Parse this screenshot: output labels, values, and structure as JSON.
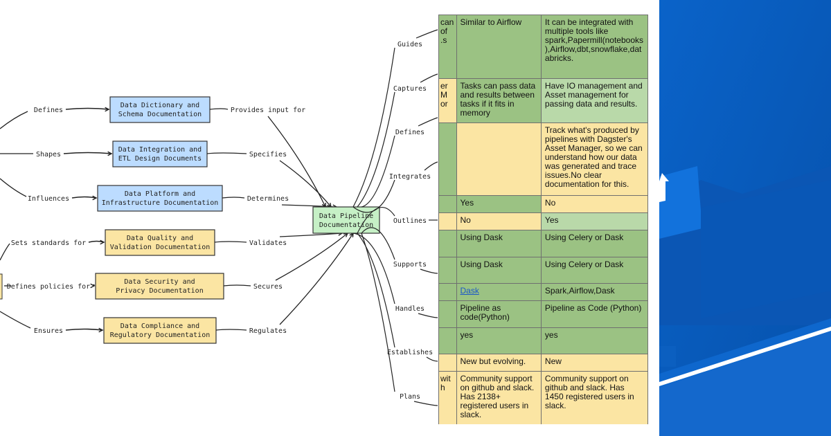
{
  "diagram": {
    "center": "Data Pipeline\nDocumentation",
    "left_edges": [
      "Defines",
      "Shapes",
      "Influences",
      "Sets standards for",
      "Defines policies for",
      "Ensures"
    ],
    "nodes": [
      {
        "label": "Data Dictionary and\nSchema Documentation",
        "color": "#bcdcff",
        "out_label": "Provides input for"
      },
      {
        "label": "Data Integration and\nETL Design Documents",
        "color": "#bcdcff",
        "out_label": "Specifies"
      },
      {
        "label": "Data Platform and\nInfrastructure Documentation",
        "color": "#bcdcff",
        "out_label": "Determines"
      },
      {
        "label": "Data Quality and\nValidation Documentation",
        "color": "#fbe5a3",
        "out_label": "Validates"
      },
      {
        "label": "Data Security and\nPrivacy Documentation",
        "color": "#fbe5a3",
        "out_label": "Secures"
      },
      {
        "label": "Data Compliance and\nRegulatory Documentation",
        "color": "#fbe5a3",
        "out_label": "Regulates"
      }
    ],
    "right_edges": [
      "Guides",
      "Captures",
      "Defines",
      "Integrates",
      "Outlines",
      "Supports",
      "Handles",
      "Establishes",
      "Plans"
    ],
    "center_color": "#c6f0c6"
  },
  "table": {
    "rows": [
      {
        "cells": [
          "can\nof\ns.",
          "Similar to Airflow",
          "It can be integrated with multiple tools like spark,Papermill(notebooks),Airflow,dbt,snowflake,databricks."
        ],
        "colors": [
          "g",
          "g",
          "g"
        ]
      },
      {
        "cells": [
          "er\nM or",
          "Tasks can pass data and results between tasks if it fits in memory",
          "Have IO management and Asset management for passing data and results."
        ],
        "colors": [
          "y",
          "g",
          "lg"
        ]
      },
      {
        "cells": [
          "",
          "",
          "Track what's produced by pipelines with Dagster's Asset Manager, so we can understand how our data was generated and trace issues.No clear documentation for this."
        ],
        "colors": [
          "g",
          "y",
          "y"
        ]
      },
      {
        "cells": [
          "",
          "Yes",
          "No"
        ],
        "colors": [
          "g",
          "g",
          "y"
        ]
      },
      {
        "cells": [
          "",
          "No",
          "Yes"
        ],
        "colors": [
          "y",
          "y",
          "lg"
        ]
      },
      {
        "cells": [
          "",
          "Using Dask",
          "Using Celery or Dask"
        ],
        "colors": [
          "g",
          "g",
          "g"
        ]
      },
      {
        "cells": [
          "",
          "Using Dask",
          "Using Celery or Dask"
        ],
        "colors": [
          "g",
          "g",
          "g"
        ]
      },
      {
        "cells": [
          "",
          "Dask",
          "Spark,Airflow,Dask"
        ],
        "colors": [
          "g",
          "g",
          "g"
        ]
      },
      {
        "cells": [
          "",
          "Pipeline as code(Python)",
          "Pipeline as Code (Python)"
        ],
        "colors": [
          "g",
          "g",
          "g"
        ]
      },
      {
        "cells": [
          "",
          "yes",
          "yes"
        ],
        "colors": [
          "g",
          "g",
          "g"
        ]
      },
      {
        "cells": [
          "",
          "New but evolving.",
          "New"
        ],
        "colors": [
          "y",
          "y",
          "y"
        ]
      },
      {
        "cells": [
          "with",
          "Community support on github and slack. Has 2138+ registered users in slack.",
          "Community support on github and slack. Has 1450 registered users in slack."
        ],
        "colors": [
          "y",
          "y",
          "y"
        ]
      }
    ]
  },
  "decoration": {
    "primary_blue": "#0b5fc0",
    "dark_blue": "#064ba3"
  }
}
